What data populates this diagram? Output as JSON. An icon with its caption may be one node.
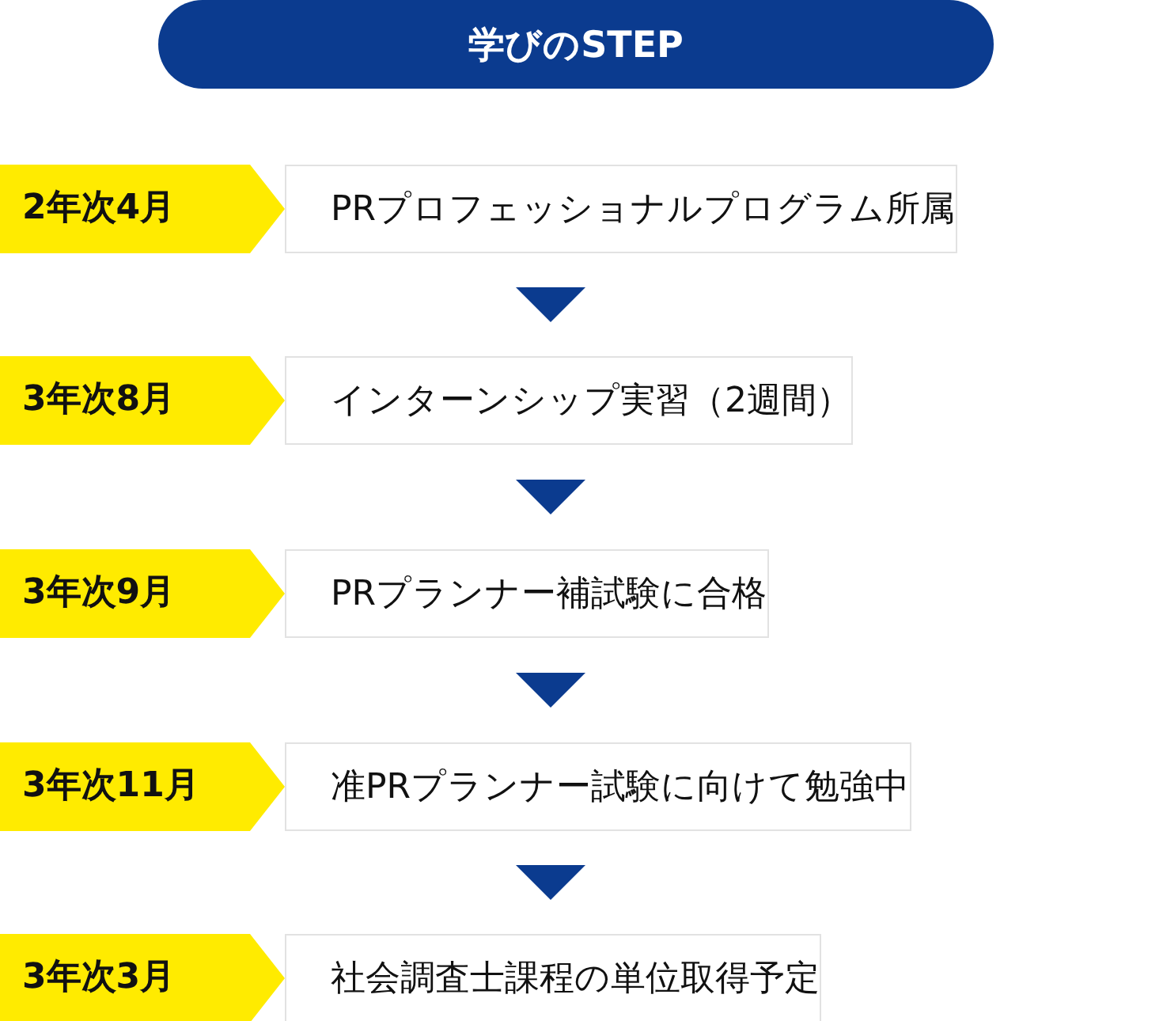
{
  "diagram": {
    "title": "学びのSTEP",
    "nodes": [
      {
        "text": [
          "2年次4月"
        ]
      },
      {
        "text": [
          "PRプロフェッショナルプログラム所属"
        ]
      },
      {
        "text": [
          "3年次8月"
        ]
      },
      {
        "text": [
          "インターンシップ実習（2週間）"
        ]
      },
      {
        "text": [
          "3年次9月"
        ]
      },
      {
        "text": [
          "PRプランナー補試験に合格"
        ]
      },
      {
        "text": [
          "3年次11月"
        ]
      },
      {
        "text": [
          "准PRプランナー試験に向けて勉強中"
        ]
      },
      {
        "text": [
          "3年次3月"
        ]
      },
      {
        "text": [
          "社会調査士課程の単位取得予定"
        ]
      }
    ],
    "edges": [
      {
        "from": 1,
        "to": 3,
        "arrow": "to"
      },
      {
        "from": 3,
        "to": 5,
        "arrow": "to"
      },
      {
        "from": 5,
        "to": 7,
        "arrow": "to"
      },
      {
        "from": 7,
        "to": 9,
        "arrow": "to"
      }
    ]
  }
}
